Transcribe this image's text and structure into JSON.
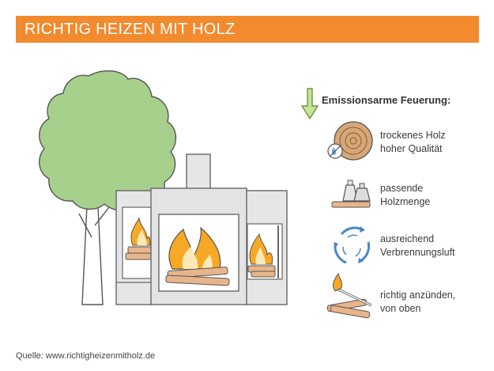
{
  "header": {
    "title": "RICHTIG HEIZEN MIT HOLZ",
    "color": "#f28a2e"
  },
  "legend": {
    "heading": "Emissionsarme Feuerung:",
    "items": [
      {
        "icon": "wood-log-icon",
        "line1": "trockenes Holz",
        "line2": "hoher Qualität"
      },
      {
        "icon": "weights-icon",
        "line1": "passende",
        "line2": "Holzmenge"
      },
      {
        "icon": "air-circulation-icon",
        "line1": "ausreichend",
        "line2": "Verbrennungsluft"
      },
      {
        "icon": "match-ignite-icon",
        "line1": "richtig anzünden,",
        "line2": "von oben"
      }
    ]
  },
  "footer": {
    "source": "Quelle: www.richtigheizenmitholz.de"
  },
  "colors": {
    "tree": "#a8d08d",
    "stove": "#e3e3e3",
    "flame": "#f7a825",
    "arrow": "#8cc63f"
  }
}
